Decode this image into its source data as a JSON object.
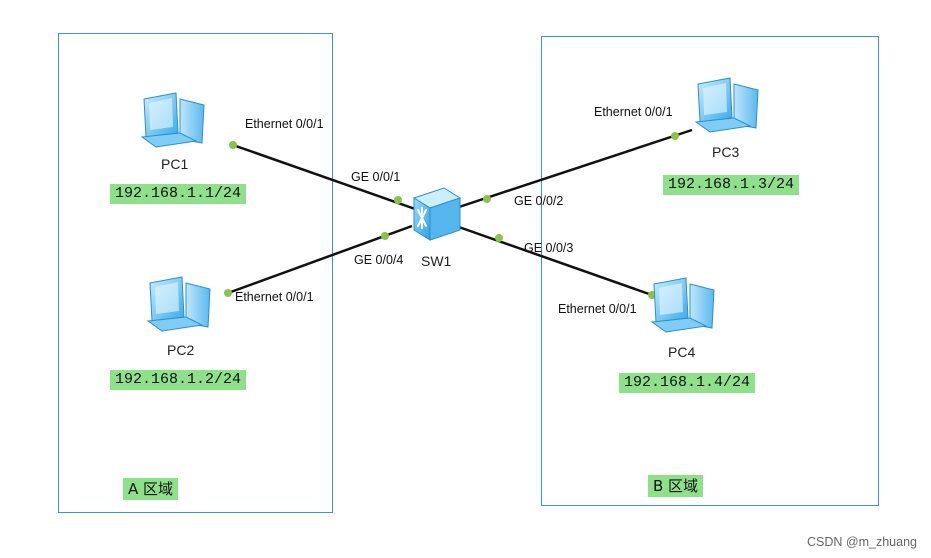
{
  "zones": [
    {
      "id": "a",
      "label": "A 区域"
    },
    {
      "id": "b",
      "label": "B 区域"
    }
  ],
  "switch": {
    "name": "SW1",
    "icon": "switch-icon"
  },
  "pcs": [
    {
      "id": "pc1",
      "name": "PC1",
      "ip": "192.168.1.1/24",
      "icon": "pc-icon"
    },
    {
      "id": "pc2",
      "name": "PC2",
      "ip": "192.168.1.2/24",
      "icon": "pc-icon"
    },
    {
      "id": "pc3",
      "name": "PC3",
      "ip": "192.168.1.3/24",
      "icon": "pc-icon"
    },
    {
      "id": "pc4",
      "name": "PC4",
      "ip": "192.168.1.4/24",
      "icon": "pc-icon"
    }
  ],
  "links": [
    {
      "pc": "pc1",
      "pc_port": "Ethernet 0/0/1",
      "switch_port": "GE 0/0/1"
    },
    {
      "pc": "pc2",
      "pc_port": "Ethernet 0/0/1",
      "switch_port": "GE 0/0/4"
    },
    {
      "pc": "pc3",
      "pc_port": "Ethernet 0/0/1",
      "switch_port": "GE 0/0/2"
    },
    {
      "pc": "pc4",
      "pc_port": "Ethernet 0/0/1",
      "switch_port": "GE 0/0/3"
    }
  ],
  "colors": {
    "zone_border": "#3d8fe0",
    "label_bg": "#8fe08a",
    "link": "#111111",
    "port_dot": "#8bc34a"
  },
  "watermark": "CSDN @m_zhuang"
}
